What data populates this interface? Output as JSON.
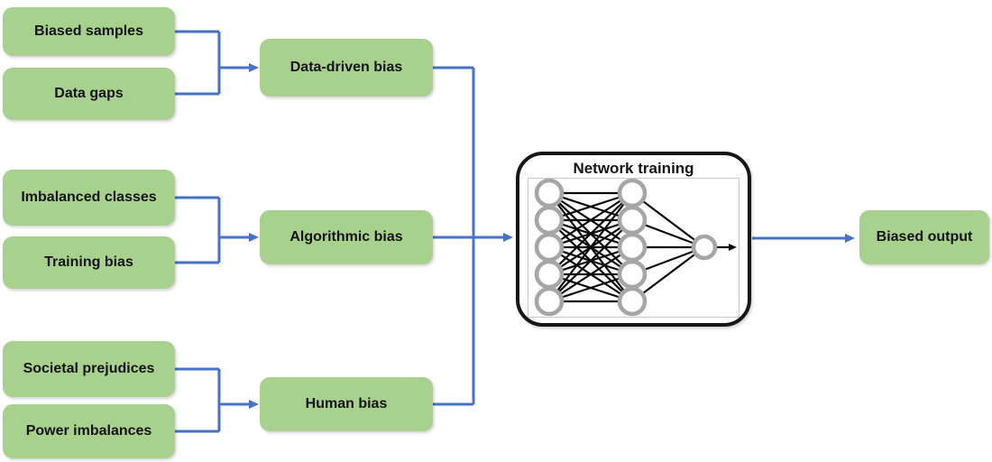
{
  "colors": {
    "background": "#ffffff",
    "box_fill": "#a9d18e",
    "box_text": "#141414",
    "arrow_blue": "#4472c4",
    "network_border": "#161616",
    "network_fill": "#ffffff",
    "node_gray": "#a6a6a6",
    "edge_black": "#0a0a0a",
    "inner_frame": "#c9c9c9"
  },
  "groups": [
    {
      "sources": [
        "Biased samples",
        "Data gaps"
      ],
      "category": "Data-driven bias"
    },
    {
      "sources": [
        "Imbalanced classes",
        "Training bias"
      ],
      "category": "Algorithmic bias"
    },
    {
      "sources": [
        "Societal prejudices",
        "Power imbalances"
      ],
      "category": "Human bias"
    }
  ],
  "network_box": {
    "title": "Network training",
    "illustration": {
      "type": "neural-network",
      "layers": [
        5,
        5,
        1
      ]
    }
  },
  "output_box": {
    "label": "Biased output"
  }
}
